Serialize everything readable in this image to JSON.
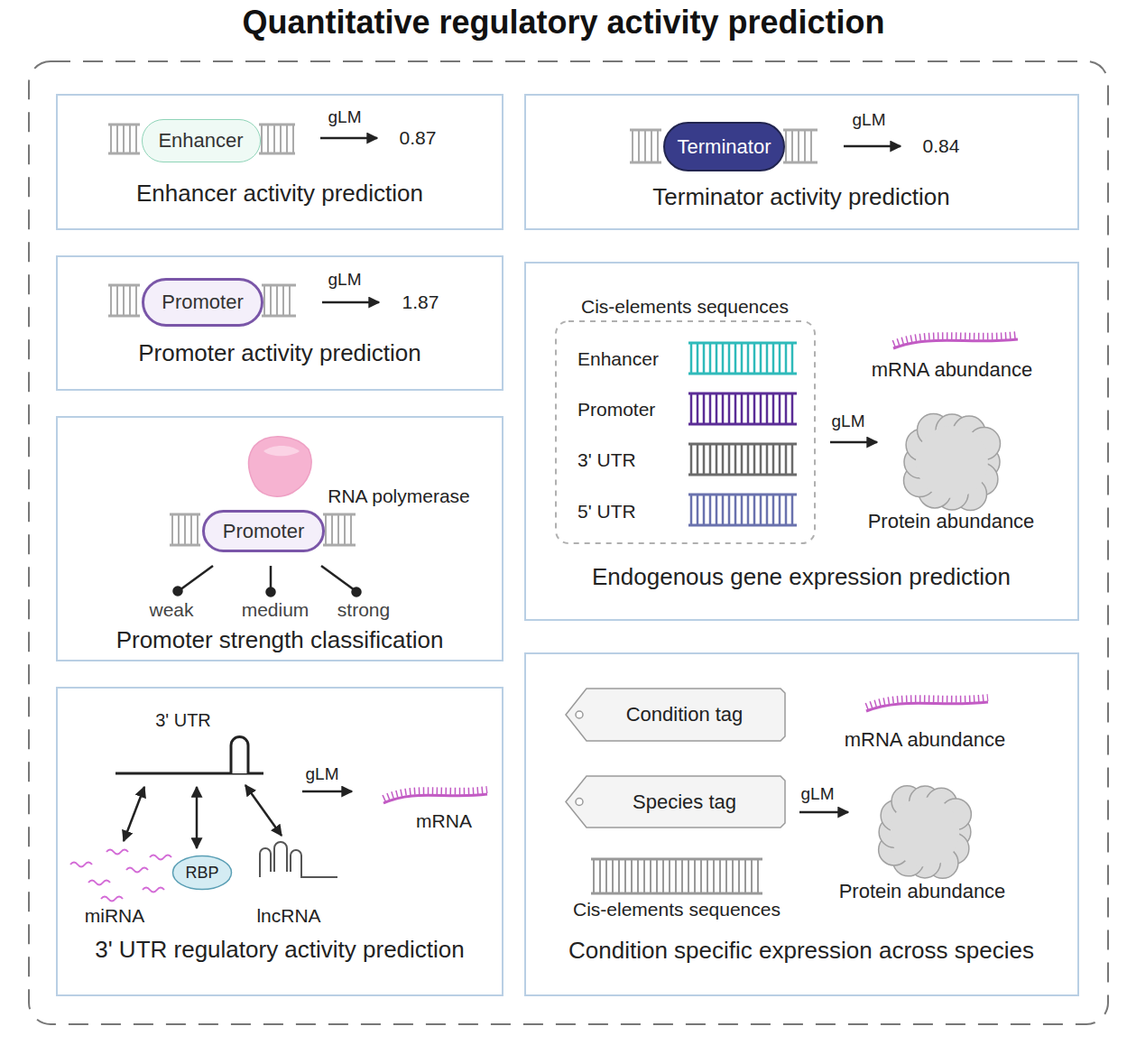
{
  "diagram": {
    "title": "Quantitative regulatory activity prediction",
    "nodes": [
      {
        "text": [
          "Enhancer activity prediction"
        ]
      },
      {
        "text": [
          "Enhancer"
        ],
        "in": 0
      },
      {
        "text": [
          "Terminator activity prediction"
        ]
      },
      {
        "text": [
          "Terminator"
        ],
        "in": 2
      },
      {
        "text": [
          "Promoter activity prediction"
        ]
      },
      {
        "text": [
          "Promoter"
        ],
        "in": 4
      },
      {
        "text": [
          "Endogenous gene expression prediction"
        ]
      },
      {
        "text": [
          "Cis-elements sequences",
          "Enhancer",
          "Promoter",
          "3' UTR",
          "5' UTR"
        ],
        "in": 6
      },
      {
        "text": [
          "Promoter strength classification"
        ]
      },
      {
        "text": [
          "Promoter"
        ],
        "in": 8
      },
      {
        "text": [
          "3' UTR regulatory activity prediction"
        ]
      },
      {
        "text": [
          "RBP"
        ],
        "in": 10
      },
      {
        "text": [
          "Condition specific expression across species"
        ]
      },
      {
        "text": [
          "Condition tag"
        ],
        "in": 12
      },
      {
        "text": [
          "Species tag"
        ],
        "in": 12
      }
    ],
    "labels": [
      "gLM",
      "0.87",
      "gLM",
      "0.84",
      "gLM",
      "1.87",
      "gLM",
      "mRNA abundance",
      "Protein abundance",
      "RNA polymerase",
      "weak",
      "medium",
      "strong",
      "3' UTR",
      "gLM",
      "mRNA",
      "miRNA",
      "lncRNA",
      "gLM",
      "mRNA abundance",
      "Protein abundance",
      "Cis-elements sequences"
    ]
  }
}
